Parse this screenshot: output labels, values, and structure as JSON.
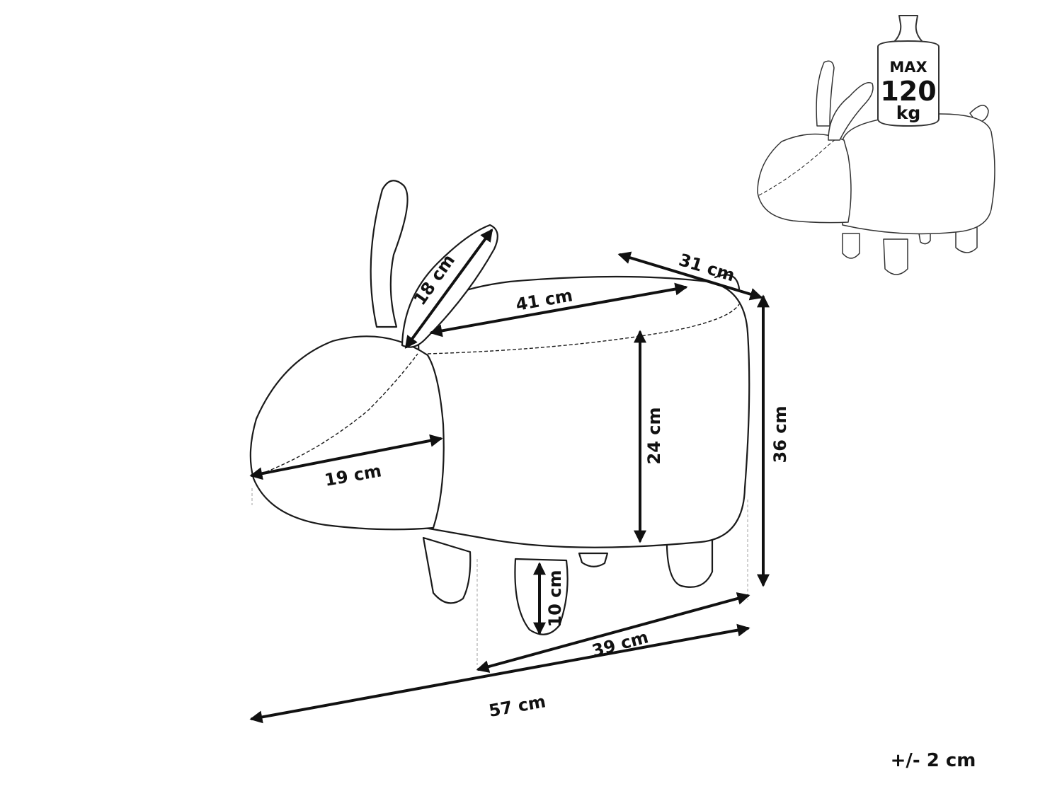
{
  "dimensions": {
    "ear_length": "18 cm",
    "top_length": "41 cm",
    "depth": "31 cm",
    "body_height": "24 cm",
    "total_height": "36 cm",
    "head_width": "19 cm",
    "leg_height": "10 cm",
    "base_length": "39 cm",
    "total_length": "57 cm"
  },
  "weight_badge": {
    "line1": "MAX",
    "line2": "120",
    "line3": "kg"
  },
  "tolerance": "+/- 2 cm",
  "colors": {
    "line": "#1a1a1a",
    "background": "#ffffff"
  }
}
